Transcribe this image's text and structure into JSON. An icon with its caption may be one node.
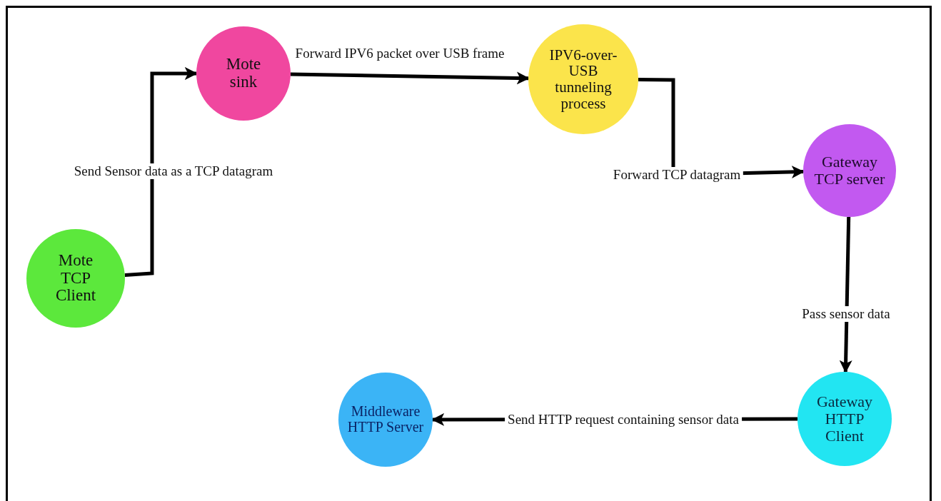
{
  "diagram": {
    "nodes": [
      {
        "text": [
          "Mote TCP Client"
        ]
      },
      {
        "text": [
          "Mote sink"
        ]
      },
      {
        "text": [
          "IPV6-over-USB tunneling process"
        ]
      },
      {
        "text": [
          "Gateway TCP server"
        ]
      },
      {
        "text": [
          "Gateway HTTP Client"
        ]
      },
      {
        "text": [
          "Middleware HTTP Server"
        ]
      }
    ],
    "edges": [
      {
        "from": 0,
        "to": 1,
        "arrow": "to",
        "label": "Send Sensor data as a TCP datagram"
      },
      {
        "from": 1,
        "to": 2,
        "arrow": "to",
        "label": "Forward IPV6 packet over USB frame"
      },
      {
        "from": 2,
        "to": 3,
        "arrow": "to",
        "label": "Forward TCP datagram"
      },
      {
        "from": 3,
        "to": 4,
        "arrow": "to",
        "label": "Pass sensor data"
      },
      {
        "from": 4,
        "to": 5,
        "arrow": "to",
        "label": "Send HTTP request containing sensor data"
      }
    ]
  }
}
